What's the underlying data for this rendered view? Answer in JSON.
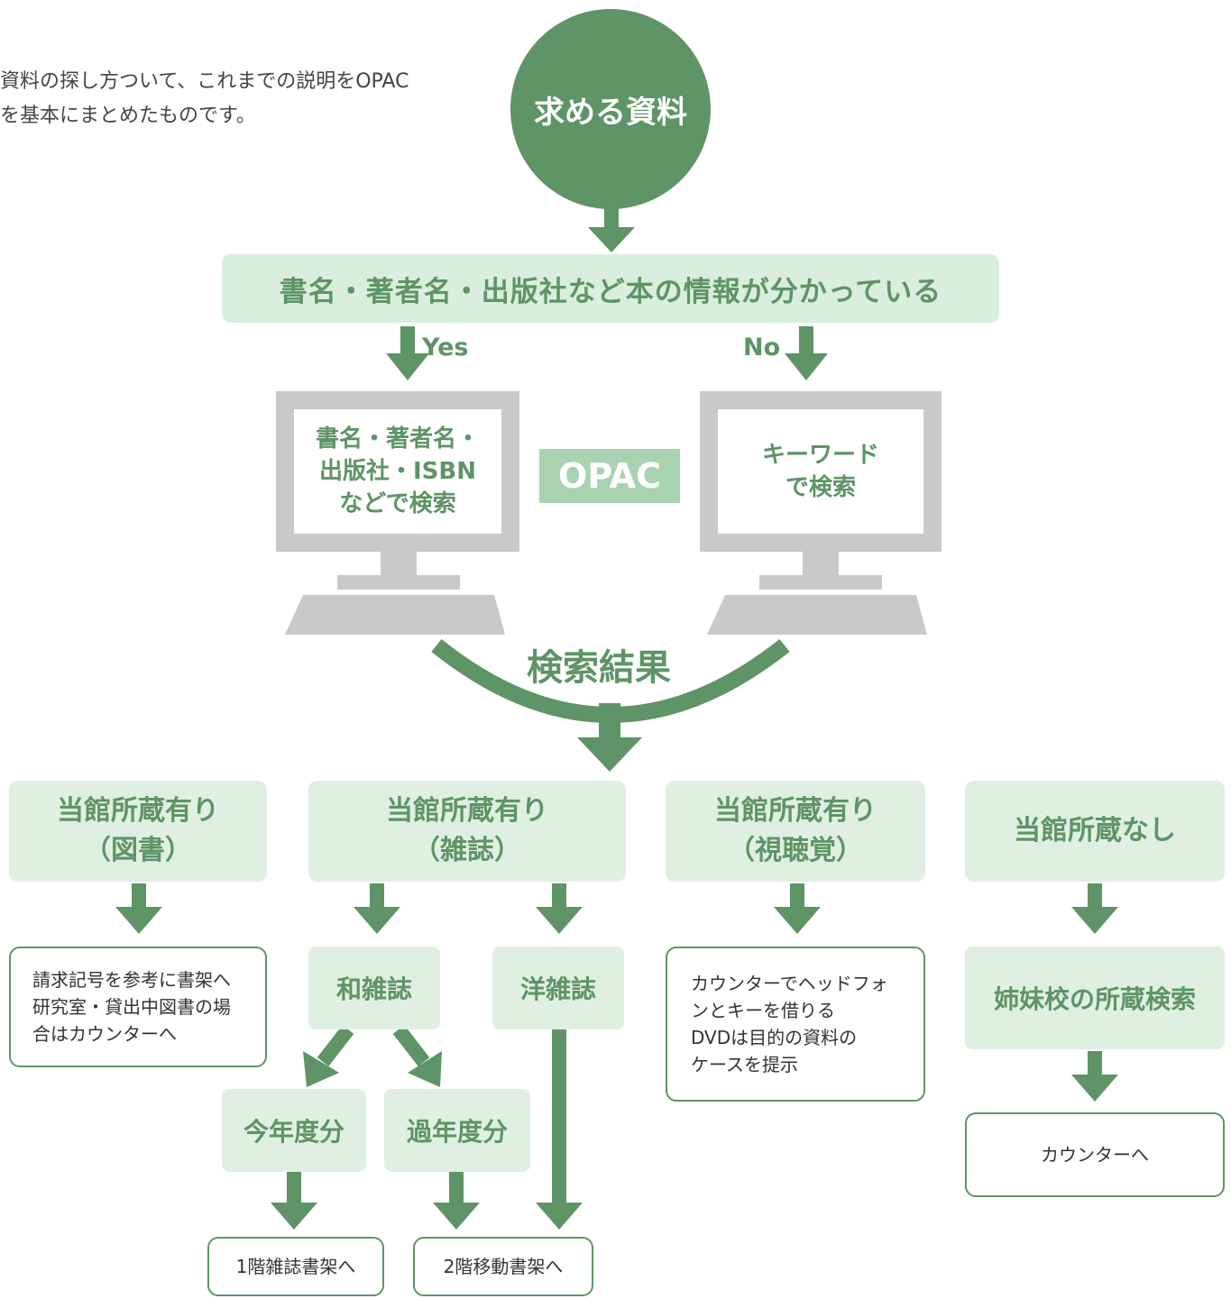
{
  "intro_text": "資料の探し方ついて、これまでの説明をOPAC\nを基本にまとめたものです。",
  "start_label": "求める資料",
  "question_label": "書名・著者名・出版社など本の情報が分かっている",
  "branches": {
    "yes_label": "Yes",
    "no_label": "No"
  },
  "opac_label": "OPAC",
  "search_methods": {
    "yes_text": "書名・著者名・\n出版社・ISBN\nなどで検索",
    "no_text": "キーワード\nで検索"
  },
  "result_label": "検索結果",
  "categories": {
    "books": "当館所蔵有り\n（図書）",
    "magazines": "当館所蔵有り\n（雑誌）",
    "av": "当館所蔵有り\n（視聴覚）",
    "none": "当館所蔵なし"
  },
  "magazine_types": {
    "japanese": "和雑誌",
    "foreign": "洋雑誌"
  },
  "magazine_periods": {
    "this_year": "今年度分",
    "past_years": "過年度分"
  },
  "sister_school_search": "姉妹校の所蔵検索",
  "notes": {
    "books": "請求記号を参考に書架へ\n研究室・貸出中図書の場\n合はカウンターへ",
    "av": "カウンターでヘッドフォ\nンとキーを借りる\nDVDは目的の資料の\nケースを提示",
    "none": "カウンターへ",
    "first_floor": "1階雑誌書架へ",
    "second_floor": "2階移動書架へ"
  },
  "colors": {
    "primary_green": "#5e9466",
    "light_green": "#dff0e2",
    "badge_green": "#a9d3b0",
    "monitor_gray": "#c8c9cb"
  }
}
